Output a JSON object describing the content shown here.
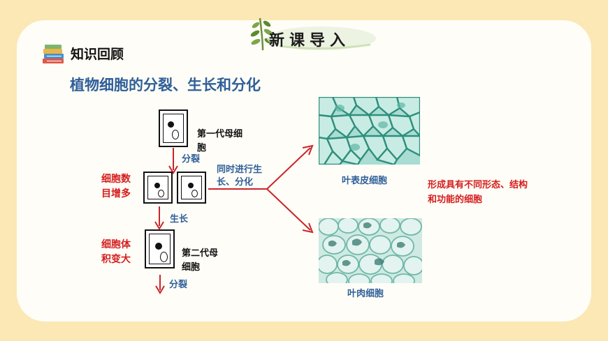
{
  "banner": {
    "title": "新课导入"
  },
  "header": {
    "title": "知识回顾",
    "subtitle": "植物细胞的分裂、生长和分化"
  },
  "diagram": {
    "first_mother_cell": "第一代母细胞",
    "divide_1": "分裂",
    "cell_count_increase": "细胞数目增多",
    "simultaneous": "同时进行生长、分化",
    "grow": "生长",
    "volume_increase": "细胞体积变大",
    "second_mother_cell": "第二代母细胞",
    "divide_2": "分裂",
    "epidermis": "叶表皮细胞",
    "mesophyll": "叶肉细胞",
    "result": "形成具有不同形态、结构和功能的细胞"
  },
  "colors": {
    "background": "#fbe8b4",
    "blue": "#2f5f99",
    "red": "#d41e1e",
    "arrow": "#c8262a"
  }
}
